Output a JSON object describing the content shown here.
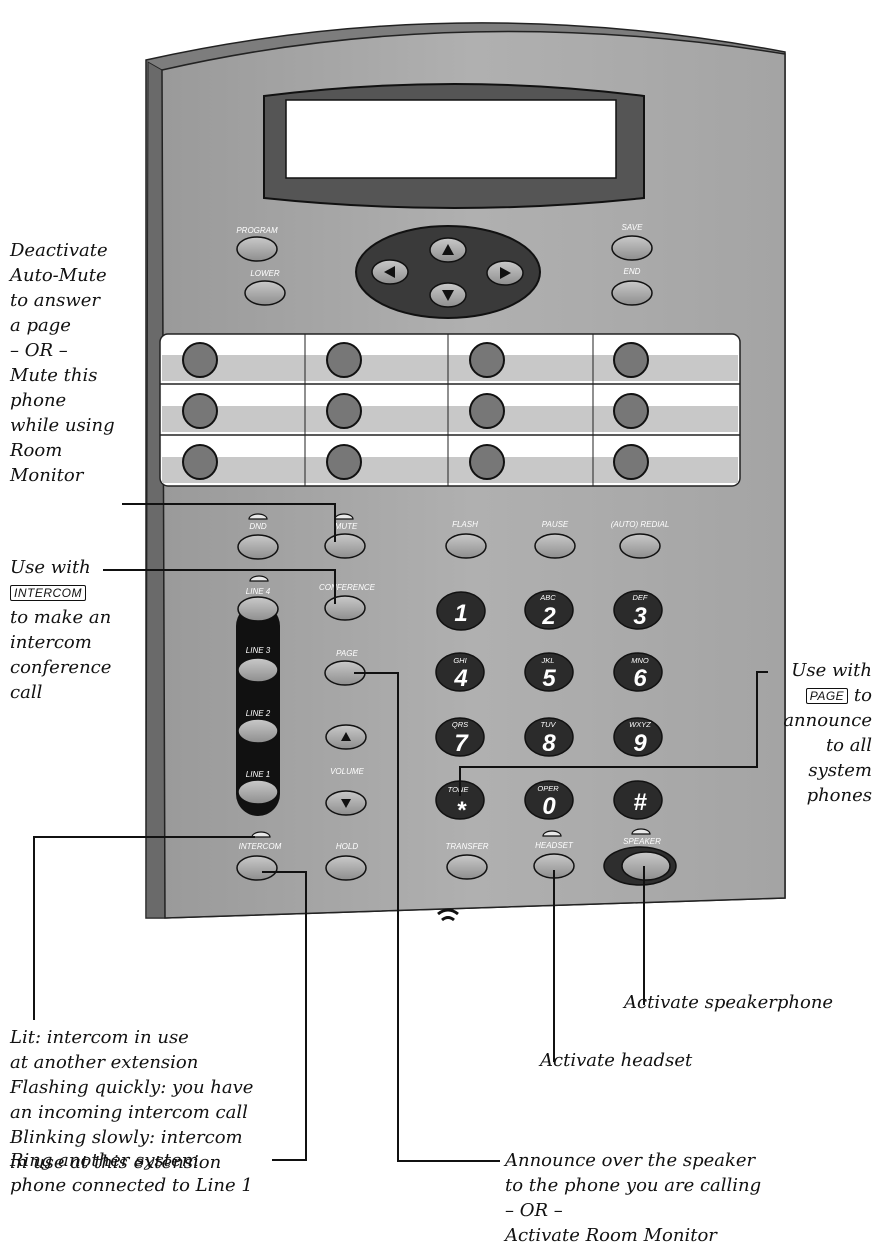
{
  "phone": {
    "buttons": {
      "program": "PROGRAM",
      "lower": "LOWER",
      "save": "SAVE",
      "end": "END",
      "dnd": "DND",
      "mute": "MUTE",
      "flash": "FLASH",
      "pause": "PAUSE",
      "redial": "(AUTO) REDIAL",
      "conference": "CONFERENCE",
      "page": "PAGE",
      "volume": "VOLUME",
      "line4": "LINE 4",
      "line3": "LINE 3",
      "line2": "LINE 2",
      "line1": "LINE 1",
      "intercom": "INTERCOM",
      "hold": "HOLD",
      "transfer": "TRANSFER",
      "headset": "HEADSET",
      "speaker": "SPEAKER"
    },
    "keypad": [
      {
        "digit": "1",
        "letters": ""
      },
      {
        "digit": "2",
        "letters": "ABC"
      },
      {
        "digit": "3",
        "letters": "DEF"
      },
      {
        "digit": "4",
        "letters": "GHI"
      },
      {
        "digit": "5",
        "letters": "JKL"
      },
      {
        "digit": "6",
        "letters": "MNO"
      },
      {
        "digit": "7",
        "letters": "QRS"
      },
      {
        "digit": "8",
        "letters": "TUV"
      },
      {
        "digit": "9",
        "letters": "WXYZ"
      },
      {
        "digit": "*",
        "letters": "TONE"
      },
      {
        "digit": "0",
        "letters": "OPER"
      },
      {
        "digit": "#",
        "letters": ""
      }
    ]
  },
  "annotations": {
    "mute": {
      "line1": "Deactivate",
      "line2": "Auto-Mute",
      "line3": "to answer",
      "line4": "a page",
      "line5": "– OR –",
      "line6": "Mute this",
      "line7": "phone",
      "line8": "while using",
      "line9": "Room",
      "line10": "Monitor"
    },
    "conference": {
      "line1": "Use with",
      "key": "INTERCOM",
      "line2": "to make an",
      "line3": "intercom",
      "line4": "conference",
      "line5": "call"
    },
    "page_key": {
      "line1": "Use with",
      "key": "PAGE",
      "key_suffix": "to",
      "line2": "announce",
      "line3": "to all",
      "line4": "system",
      "line5": "phones"
    },
    "intercom_light": {
      "line1": "Lit: intercom in use",
      "line2": "at another extension",
      "line3": "Flashing quickly: you have",
      "line4": "an incoming intercom call",
      "line5": "Blinking slowly: intercom",
      "line6": "in use at this extension"
    },
    "intercom_button": {
      "line1": "Ring another system",
      "line2": "phone connected to Line 1"
    },
    "speaker": "Activate speakerphone",
    "headset": "Activate headset",
    "page_button": {
      "line1": "Announce over the speaker",
      "line2": "to the phone you are calling",
      "line3": "– OR –",
      "line4": "Activate Room Monitor"
    }
  }
}
